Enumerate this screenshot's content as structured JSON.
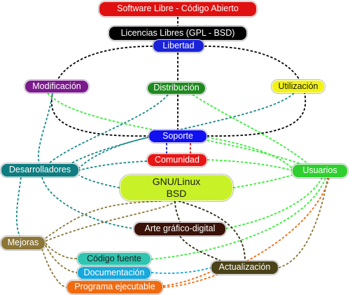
{
  "nodes": {
    "software": {
      "label": "Software Libre - Código Abierto",
      "bg": "#e01010",
      "fg": "#ffffff"
    },
    "licencias": {
      "label": "Licencias Libres (GPL - BSD)",
      "bg": "#000000",
      "fg": "#ffffff"
    },
    "libertad": {
      "label": "Libertad",
      "bg": "#1a22d8",
      "fg": "#ffffff"
    },
    "modificacion": {
      "label": "Modificación",
      "bg": "#7b1a8c",
      "fg": "#ffffff"
    },
    "distribucion": {
      "label": "Distribución",
      "bg": "#1f8a1f",
      "fg": "#ffffff"
    },
    "utilizacion": {
      "label": "Utilización",
      "bg": "#f2f215",
      "fg": "#1a1a1a"
    },
    "soporte": {
      "label": "Soporte",
      "bg": "#1010f0",
      "fg": "#ffffff"
    },
    "comunidad": {
      "label": "Comunidad",
      "bg": "#e81515",
      "fg": "#ffffff"
    },
    "desarrolladores": {
      "label": "Desarrolladores",
      "bg": "#0f7d80",
      "fg": "#ffffff"
    },
    "usuarios": {
      "label": "Usuarios",
      "bg": "#2fcf2f",
      "fg": "#ffffff"
    },
    "gnu": {
      "line1": "GNU/Linux",
      "line2": "BSD",
      "bg": "#c8f227",
      "fg": "#1a1a1a"
    },
    "arte": {
      "label": "Arte gráfico-digital",
      "bg": "#3a1208",
      "fg": "#ffffff"
    },
    "mejoras": {
      "label": "Mejoras",
      "bg": "#8c7638",
      "fg": "#ffffff"
    },
    "codigo": {
      "label": "Código fuente",
      "bg": "#2fc5b0",
      "fg": "#1a1a1a"
    },
    "documentacion": {
      "label": "Documentación",
      "bg": "#18a8dc",
      "fg": "#ffffff"
    },
    "programa": {
      "label": "Programa ejecutable",
      "bg": "#f06a10",
      "fg": "#ffffff"
    },
    "actualizacion": {
      "label": "Actualización",
      "bg": "#4a4218",
      "fg": "#ffffff"
    }
  },
  "edge_colors": {
    "black": "#000000",
    "teal": "#1a8a8a",
    "green": "#33ee33",
    "blue": "#1a22d8",
    "red": "#e81515",
    "brown": "#8c7638",
    "orange": "#f06a10",
    "cyan": "#18a8dc",
    "dark": "#2a2a10"
  }
}
